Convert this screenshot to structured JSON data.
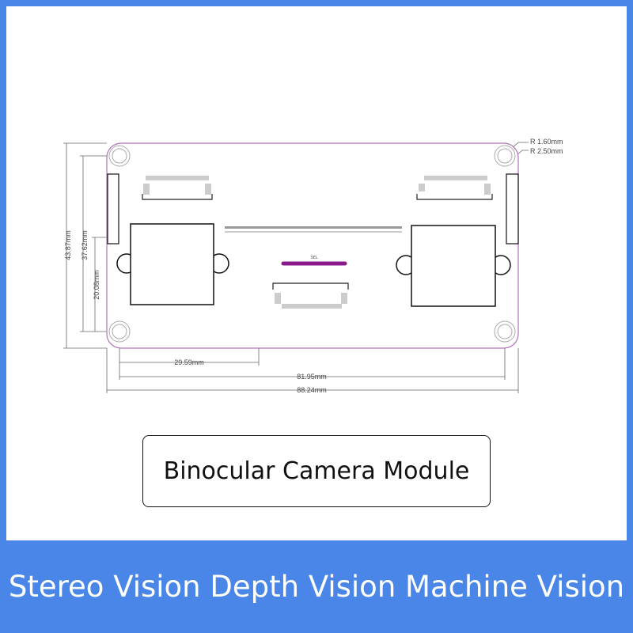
{
  "diagram": {
    "dimensions": {
      "height_total": "43.87mm",
      "hole_spacing_vertical": "37.62mm",
      "camera_center_height": "20.08mm",
      "hole_to_center": "29.59mm",
      "hole_spacing_horizontal": "81.95mm",
      "width_total": "88.24mm",
      "hole_radius": "R 1.60mm",
      "corner_radius": "R 2.50mm"
    },
    "silkscreen": "SEL",
    "colors": {
      "board_outline": "#b070b8",
      "bar": "#8a1a8a"
    }
  },
  "label": "Binocular Camera Module",
  "banner": "Stereo Vision Depth Vision Machine Vision",
  "colors": {
    "banner": "#4a86e8"
  }
}
